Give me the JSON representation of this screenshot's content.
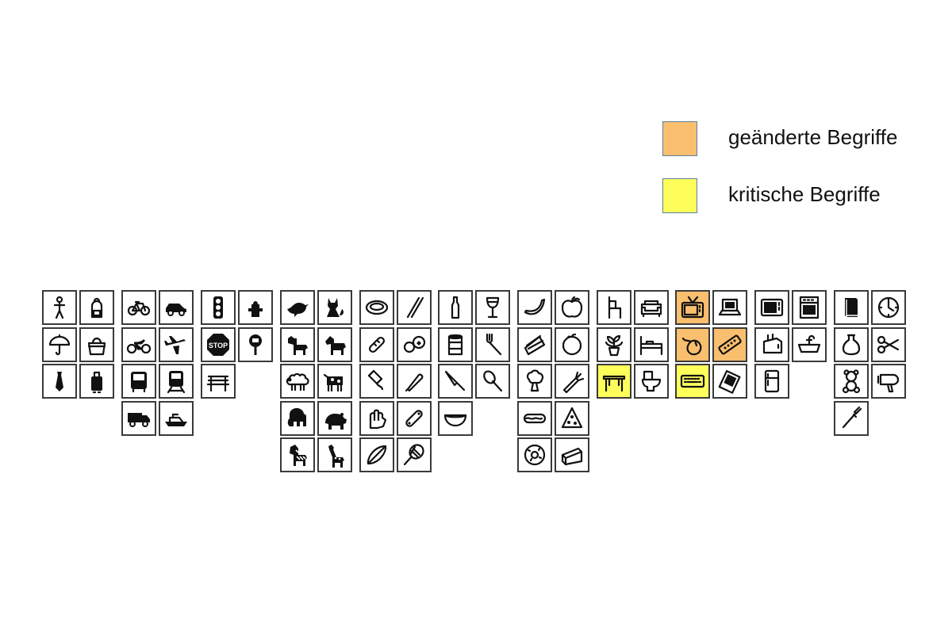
{
  "legend": {
    "items": [
      {
        "label": "geänderte Begriffe",
        "color": "#f9bf6e"
      },
      {
        "label": "kritische Begriffe",
        "color": "#ffff5c"
      }
    ]
  },
  "highlight_colors": {
    "changed": "#f9bf6e",
    "critical": "#ffff5c"
  },
  "groups": [
    {
      "id": "person-accessories",
      "columns": [
        [
          "person-icon",
          "umbrella-icon",
          "necktie-icon"
        ],
        [
          "backpack-icon",
          "handbag-icon",
          "suitcase-icon"
        ]
      ]
    },
    {
      "id": "vehicles",
      "columns": [
        [
          "bicycle-icon",
          "motorcycle-icon",
          "bus-icon",
          "truck-icon"
        ],
        [
          "car-icon",
          "airplane-icon",
          "train-icon",
          "boat-icon"
        ]
      ]
    },
    {
      "id": "outdoor",
      "columns": [
        [
          "traffic-light-icon",
          "stop-sign-icon",
          "bench-icon"
        ],
        [
          "fire-hydrant-icon",
          "parking-meter-icon"
        ]
      ]
    },
    {
      "id": "animals",
      "columns": [
        [
          "bird-icon",
          "dog-icon",
          "sheep-icon",
          "elephant-icon",
          "zebra-icon"
        ],
        [
          "cat-icon",
          "horse-icon",
          "cow-icon",
          "bear-icon",
          "giraffe-icon"
        ]
      ]
    },
    {
      "id": "sports",
      "columns": [
        [
          "frisbee-icon",
          "snowboard-icon",
          "kite-icon",
          "baseball-glove-icon",
          "surfboard-icon"
        ],
        [
          "skis-icon",
          "sports-ball-icon",
          "baseball-bat-icon",
          "skateboard-icon",
          "tennis-racket-icon"
        ]
      ]
    },
    {
      "id": "kitchen",
      "columns": [
        [
          "bottle-icon",
          "cup-icon",
          "knife-icon",
          "bowl-icon"
        ],
        [
          "wine-glass-icon",
          "fork-icon",
          "spoon-icon"
        ]
      ]
    },
    {
      "id": "food",
      "columns": [
        [
          "banana-icon",
          "sandwich-icon",
          "broccoli-icon",
          "hot-dog-icon",
          "donut-icon"
        ],
        [
          "apple-icon",
          "orange-icon",
          "carrot-icon",
          "pizza-icon",
          "cake-icon"
        ]
      ]
    },
    {
      "id": "furniture",
      "columns": [
        [
          "chair-icon",
          "potted-plant-icon",
          {
            "icon": "dining-table-icon",
            "highlight": "critical"
          }
        ],
        [
          "couch-icon",
          "bed-icon",
          "toilet-icon"
        ]
      ]
    },
    {
      "id": "electronics",
      "columns": [
        [
          {
            "icon": "tv-icon",
            "highlight": "changed"
          },
          {
            "icon": "mouse-icon",
            "highlight": "changed"
          },
          {
            "icon": "keyboard-icon",
            "highlight": "critical"
          }
        ],
        [
          "laptop-icon",
          {
            "icon": "remote-icon",
            "highlight": "changed"
          },
          "cell-phone-icon"
        ]
      ]
    },
    {
      "id": "appliances",
      "columns": [
        [
          "microwave-icon",
          "toaster-icon",
          "refrigerator-icon"
        ],
        [
          "oven-icon",
          "sink-icon"
        ]
      ]
    },
    {
      "id": "indoor",
      "columns": [
        [
          "book-icon",
          "vase-icon",
          "teddy-bear-icon",
          "toothbrush-icon"
        ],
        [
          "clock-icon",
          "scissors-icon",
          "hair-drier-icon"
        ]
      ]
    }
  ]
}
